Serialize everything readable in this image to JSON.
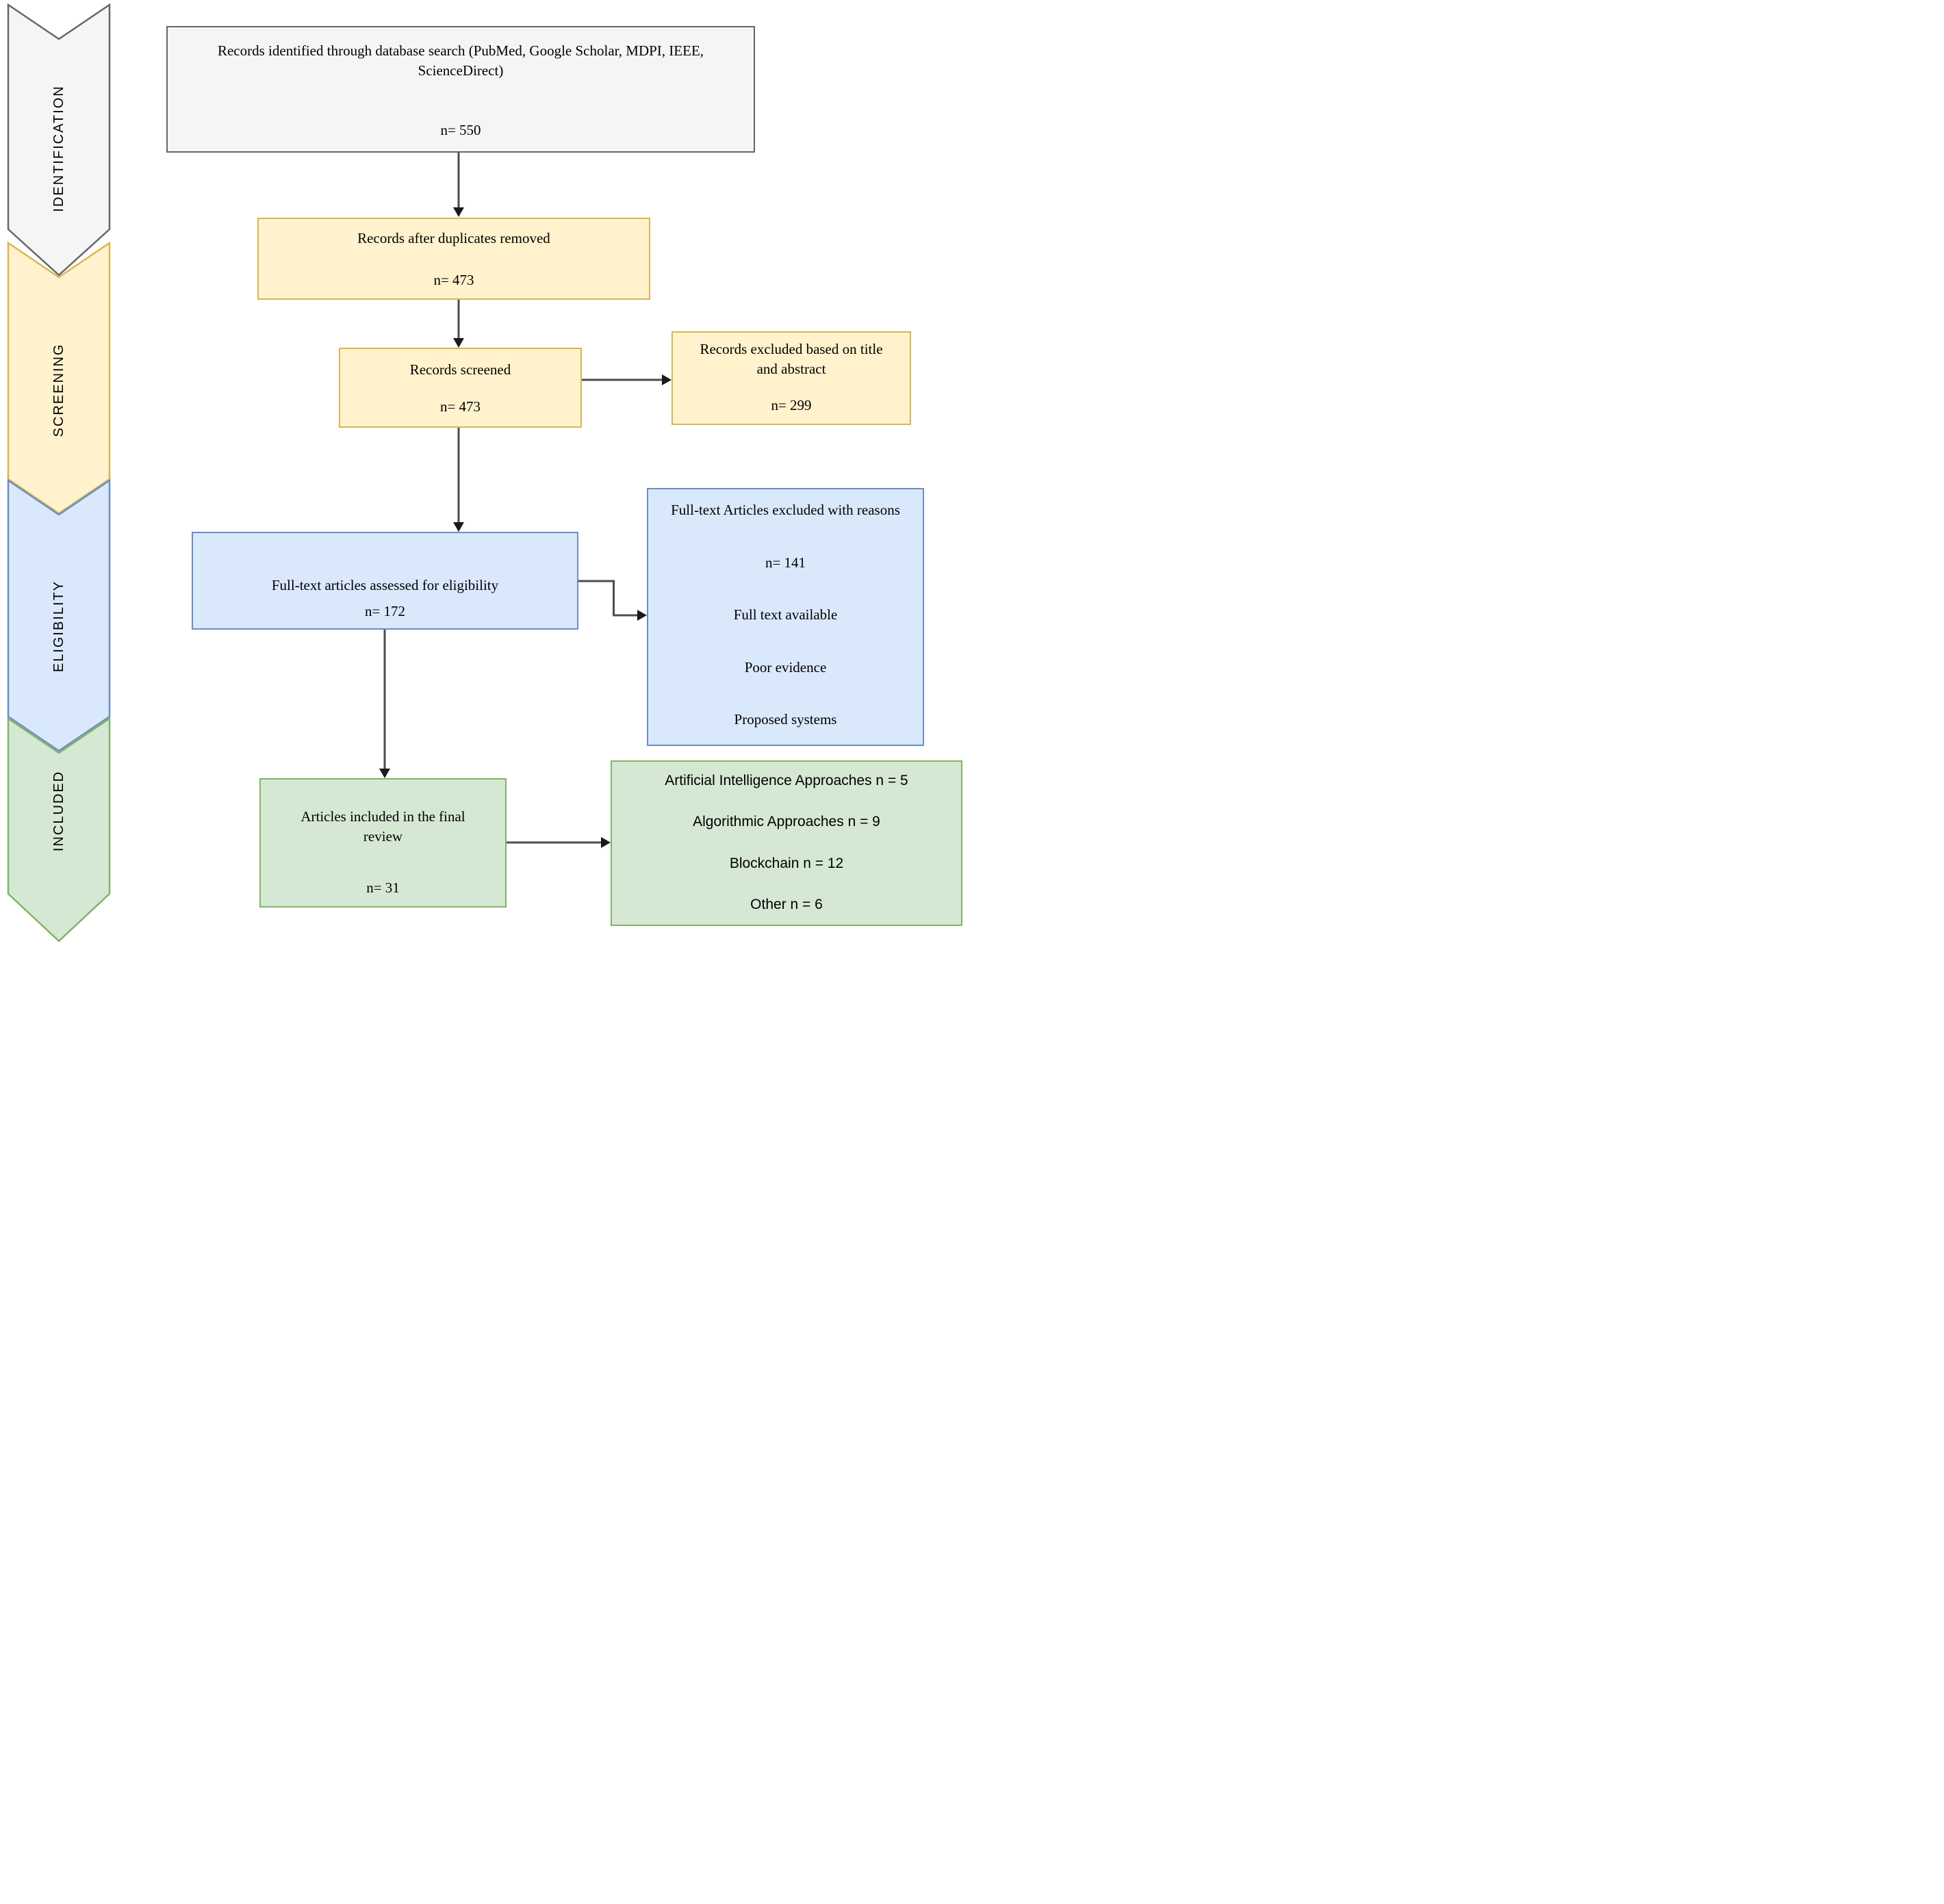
{
  "theme": {
    "line_color": "#4d4d4d",
    "arrowhead_color": "#1a1a1a",
    "text_color": "#000000",
    "background": "#ffffff"
  },
  "palette": {
    "gray": {
      "fill": "#f5f5f5",
      "border": "#666666"
    },
    "yellow": {
      "fill": "#fff2cc",
      "border": "#d6b656"
    },
    "blue": {
      "fill": "#dae8fc",
      "border": "#6c8ebf"
    },
    "green": {
      "fill": "#d5e8d4",
      "border": "#82b366"
    }
  },
  "sidebar": {
    "stages": [
      {
        "label": "IDENTIFICATION",
        "fill": "#f5f5f5",
        "border": "#666666"
      },
      {
        "label": "SCREENING",
        "fill": "#fff2cc",
        "border": "#d6b656"
      },
      {
        "label": "ELIGIBILITY",
        "fill": "#dae8fc",
        "border": "#6c8ebf"
      },
      {
        "label": "INCLUDED",
        "fill": "#d5e8d4",
        "border": "#82b366"
      }
    ]
  },
  "boxes": {
    "identified": {
      "text": "Records identified through database search (PubMed, Google Scholar, MDPI, IEEE, ScienceDirect)",
      "count": "n= 550"
    },
    "dup_removed": {
      "text": "Records after duplicates removed",
      "count": "n= 473"
    },
    "screened": {
      "text": "Records screened",
      "count": "n= 473"
    },
    "excluded_screening": {
      "text": "Records excluded based on title and abstract",
      "count": "n= 299"
    },
    "fulltext_assessed": {
      "text": "Full-text articles assessed for eligibility",
      "count": "n= 172"
    },
    "fulltext_excluded": {
      "text": "Full-text Articles excluded with reasons",
      "count": "n= 141",
      "reasons": [
        "Full text available",
        "Poor evidence",
        "Proposed systems"
      ]
    },
    "included_final": {
      "text": "Articles included in the final review",
      "count": "n= 31"
    },
    "approaches": {
      "items": [
        "Artificial Intelligence Approaches n = 5",
        "Algorithmic Approaches n = 9",
        "Blockchain n = 12",
        "Other n = 6"
      ]
    }
  }
}
